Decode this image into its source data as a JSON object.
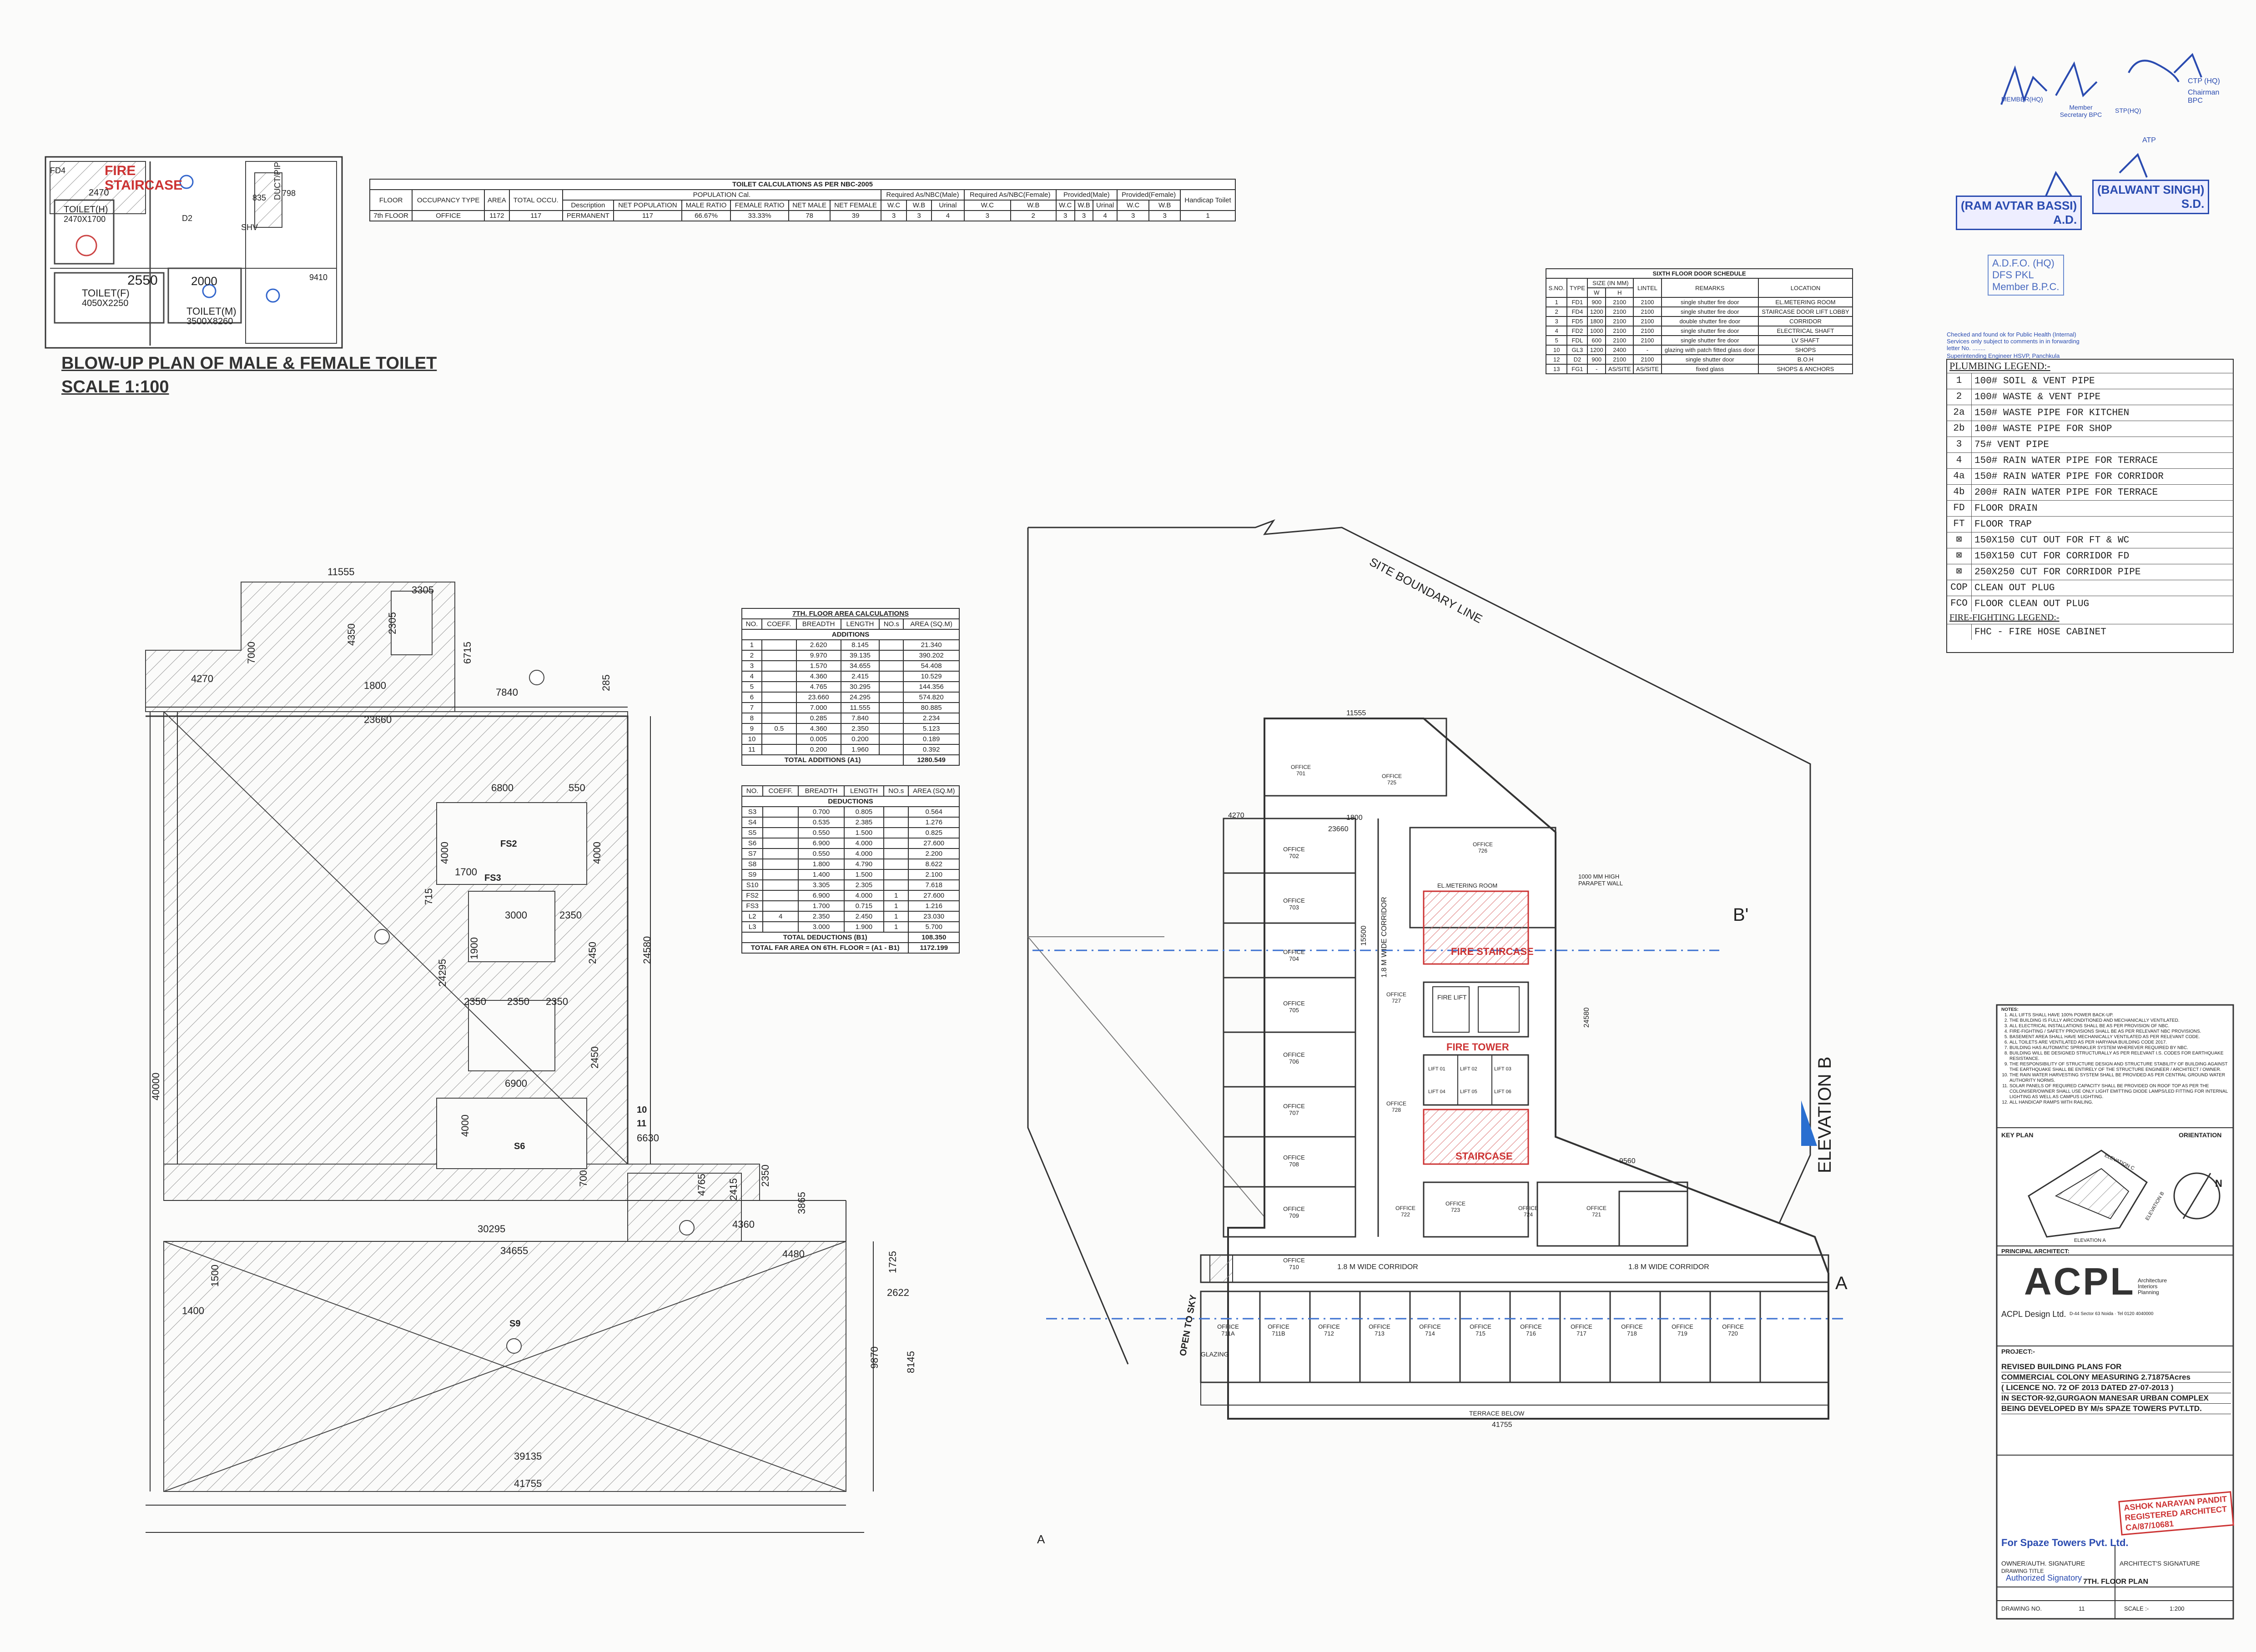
{
  "blowup": {
    "title": "BLOW-UP PLAN OF MALE & FEMALE TOILET",
    "scale": "SCALE 1:100",
    "labels": [
      "FIRE STAIRCASE",
      "TOILET(H)",
      "2470X1700",
      "TOILET(F)",
      "4050X2250",
      "TOILET(M)",
      "3500X8260",
      "2470",
      "2550",
      "2000",
      "FD4",
      "D2",
      "SHV",
      "835",
      "DUCT/PIP",
      "798",
      "9410"
    ]
  },
  "toilet_calc": {
    "title": "TOILET CALCULATIONS AS PER NBC-2005",
    "headers": {
      "floor": "FLOOR",
      "occupancy": "OCCUPANCY TYPE",
      "area": "AREA",
      "total_occu": "TOTAL OCCU.",
      "population": "POPULATION Cal.",
      "req_male": "Required As/NBC(Male)",
      "req_female": "Required As/NBC(Female)",
      "prov_male": "Provided(Male)",
      "prov_female": "Provided(Female)",
      "handicap": "Handicap Toilet"
    },
    "subheaders": [
      "Description",
      "NET POPULATION",
      "MALE RATIO",
      "FEMALE RATIO",
      "NET MALE",
      "NET FEMALE",
      "W.C",
      "W.B",
      "Urinal",
      "W.C",
      "W.B",
      "W.C",
      "W.B",
      "Urinal",
      "W.C",
      "W.B"
    ],
    "row": [
      "7th FLOOR",
      "OFFICE",
      "1172",
      "117",
      "PERMANENT",
      "117",
      "66.67%",
      "33.33%",
      "78",
      "39",
      "3",
      "3",
      "4",
      "3",
      "2",
      "3",
      "3",
      "4",
      "3",
      "3",
      "1"
    ]
  },
  "door_schedule": {
    "title": "SIXTH FLOOR DOOR SCHEDULE",
    "headers": [
      "S.NO.",
      "TYPE",
      "SIZE (IN MM)",
      "LINTEL",
      "REMARKS",
      "LOCATION"
    ],
    "size_sub": [
      "W",
      "H"
    ],
    "rows": [
      [
        "1",
        "FD1",
        "900",
        "2100",
        "2100",
        "single shutter fire door",
        "EL.METERING ROOM"
      ],
      [
        "2",
        "FD4",
        "1200",
        "2100",
        "2100",
        "single shutter fire door",
        "STAIRCASE DOOR LIFT LOBBY"
      ],
      [
        "3",
        "FD5",
        "1800",
        "2100",
        "2100",
        "double shutter fire door",
        "CORRIDOR"
      ],
      [
        "4",
        "FD2",
        "1000",
        "2100",
        "2100",
        "single shutter fire door",
        "ELECTRICAL SHAFT"
      ],
      [
        "5",
        "FDL",
        "600",
        "2100",
        "2100",
        "single shutter fire door",
        "LV SHAFT"
      ],
      [
        "10",
        "GL3",
        "1200",
        "2400",
        "-",
        "glazing with patch fitted glass door",
        "SHOPS"
      ],
      [
        "12",
        "D2",
        "900",
        "2100",
        "2100",
        "single shutter door",
        "B.O.H"
      ],
      [
        "13",
        "FG1",
        "-",
        "AS/SITE",
        "AS/SITE",
        "fixed glass",
        "SHOPS & ANCHORS"
      ]
    ]
  },
  "far_additions": {
    "title": "7TH. FLOOR AREA CALCULATIONS",
    "headers": [
      "NO.",
      "COEFF.",
      "BREADTH",
      "LENGTH",
      "NO.s",
      "AREA (SQ.M)"
    ],
    "section": "ADDITIONS",
    "rows": [
      [
        "1",
        "",
        "2.620",
        "8.145",
        "",
        "21.340"
      ],
      [
        "2",
        "",
        "9.970",
        "39.135",
        "",
        "390.202"
      ],
      [
        "3",
        "",
        "1.570",
        "34.655",
        "",
        "54.408"
      ],
      [
        "4",
        "",
        "4.360",
        "2.415",
        "",
        "10.529"
      ],
      [
        "5",
        "",
        "4.765",
        "30.295",
        "",
        "144.356"
      ],
      [
        "6",
        "",
        "23.660",
        "24.295",
        "",
        "574.820"
      ],
      [
        "7",
        "",
        "7.000",
        "11.555",
        "",
        "80.885"
      ],
      [
        "8",
        "",
        "0.285",
        "7.840",
        "",
        "2.234"
      ],
      [
        "9",
        "0.5",
        "4.360",
        "2.350",
        "",
        "5.123"
      ],
      [
        "10",
        "",
        "0.005",
        "0.200",
        "",
        "0.189"
      ],
      [
        "11",
        "",
        "0.200",
        "1.960",
        "",
        "0.392"
      ]
    ],
    "total_label": "TOTAL ADDITIONS (A1)",
    "total_value": "1280.549"
  },
  "far_deductions": {
    "headers": [
      "NO.",
      "COEFF.",
      "BREADTH",
      "LENGTH",
      "NO.s",
      "AREA (SQ.M)"
    ],
    "section": "DEDUCTIONS",
    "rows": [
      [
        "S3",
        "",
        "0.700",
        "0.805",
        "",
        "0.564"
      ],
      [
        "S4",
        "",
        "0.535",
        "2.385",
        "",
        "1.276"
      ],
      [
        "S5",
        "",
        "0.550",
        "1.500",
        "",
        "0.825"
      ],
      [
        "S6",
        "",
        "6.900",
        "4.000",
        "",
        "27.600"
      ],
      [
        "S7",
        "",
        "0.550",
        "4.000",
        "",
        "2.200"
      ],
      [
        "S8",
        "",
        "1.800",
        "4.790",
        "",
        "8.622"
      ],
      [
        "S9",
        "",
        "1.400",
        "1.500",
        "",
        "2.100"
      ],
      [
        "S10",
        "",
        "3.305",
        "2.305",
        "",
        "7.618"
      ],
      [
        "FS2",
        "",
        "6.900",
        "4.000",
        "1",
        "27.600"
      ],
      [
        "FS3",
        "",
        "1.700",
        "0.715",
        "1",
        "1.216"
      ],
      [
        "L2",
        "4",
        "2.350",
        "2.450",
        "1",
        "23.030"
      ],
      [
        "L3",
        "",
        "3.000",
        "1.900",
        "1",
        "5.700"
      ]
    ],
    "total_label": "TOTAL DEDUCTIONS (B1)",
    "total_value": "108.350",
    "far_label": "TOTAL FAR AREA ON 6TH. FLOOR = (A1 - B1)",
    "far_value": "1172.199"
  },
  "left_plan": {
    "dims": [
      "11555",
      "3305",
      "2305",
      "4350",
      "7000",
      "6715",
      "4270",
      "1800",
      "7840",
      "285",
      "23660",
      "6800",
      "550",
      "4000",
      "1700",
      "715",
      "4000",
      "3000",
      "2350",
      "1900",
      "2450",
      "24580",
      "24295",
      "2350",
      "2350",
      "2350",
      "2450",
      "6900",
      "4000",
      "40000",
      "6630",
      "700",
      "4765",
      "2415",
      "4360",
      "2350",
      "3865",
      "30295",
      "34655",
      "4480",
      "1400",
      "1500",
      "1725",
      "2622",
      "9870",
      "8145",
      "39135",
      "41755"
    ],
    "areas": [
      "FS2",
      "FS3",
      "S6",
      "S9",
      "10",
      "11"
    ]
  },
  "main_plan": {
    "site_boundary": "SITE BOUNDARY LINE",
    "elevation_b": "ELEVATION B",
    "b_prime": "B'",
    "fire_staircase": "FIRE STAIRCASE",
    "fire_tower": "FIRE TOWER",
    "staircase": "STAIRCASE",
    "fire_lift": "FIRE LIFT",
    "lifts": [
      "LIFT 01",
      "LIFT 02",
      "LIFT 03",
      "LIFT 04",
      "LIFT 05",
      "LIFT 06"
    ],
    "corridor_v": "1.8 M WIDE CORRIDOR",
    "corridor_h": "1.8 M WIDE CORRIDOR",
    "corridor_h2": "1.8 M WIDE CORRIDOR",
    "open_to_sky": "OPEN TO SKY",
    "glazing": "GLAZING",
    "terrace_below": "TERRACE BELOW",
    "parapet": "1000 MM HIGH PARAPET WALL",
    "el_metering": "EL.METERING ROOM",
    "offices_v": [
      "OFFICE 702",
      "OFFICE 703",
      "OFFICE 704",
      "OFFICE 705",
      "OFFICE 706",
      "OFFICE 707",
      "OFFICE 708",
      "OFFICE 709",
      "OFFICE 710"
    ],
    "offices_h": [
      "OFFICE 711A",
      "OFFICE 711B",
      "OFFICE 712",
      "OFFICE 713",
      "OFFICE 714",
      "OFFICE 715",
      "OFFICE 716",
      "OFFICE 717",
      "OFFICE 718",
      "OFFICE 719",
      "OFFICE 720"
    ],
    "offices_misc": [
      "OFFICE 701",
      "OFFICE 725",
      "OFFICE 726",
      "OFFICE 727",
      "OFFICE 728",
      "OFFICE 722",
      "OFFICE 723",
      "OFFICE 724",
      "OFFICE 721"
    ],
    "dims": [
      "11555",
      "41755",
      "23660",
      "15500",
      "24580",
      "9560",
      "4270",
      "1800"
    ],
    "markers": [
      "A",
      "A"
    ]
  },
  "plumbing_legend": {
    "title": "PLUMBING LEGEND:-",
    "items": [
      [
        "1",
        "100# SOIL & VENT PIPE"
      ],
      [
        "2",
        "100# WASTE & VENT PIPE"
      ],
      [
        "2a",
        "150# WASTE PIPE FOR KITCHEN"
      ],
      [
        "2b",
        "100# WASTE PIPE FOR SHOP"
      ],
      [
        "3",
        "75# VENT PIPE"
      ],
      [
        "4",
        "150# RAIN WATER PIPE FOR TERRACE"
      ],
      [
        "4a",
        "150# RAIN WATER PIPE FOR CORRIDOR"
      ],
      [
        "4b",
        "200# RAIN WATER PIPE FOR TERRACE"
      ],
      [
        "FD",
        "FLOOR DRAIN"
      ],
      [
        "FT",
        "FLOOR TRAP"
      ],
      [
        "⊠",
        "150X150 CUT OUT FOR FT & WC"
      ],
      [
        "⊠",
        "150X150 CUT FOR CORRIDOR FD"
      ],
      [
        "⊠",
        "250X250 CUT FOR CORRIDOR PIPE"
      ],
      [
        "COP",
        "CLEAN OUT PLUG"
      ],
      [
        "FCO",
        "FLOOR CLEAN OUT PLUG"
      ]
    ],
    "fire_title": "FIRE-FIGHTING LEGEND:-",
    "fire_items": [
      [
        "",
        "FHC - FIRE HOSE CABINET"
      ]
    ]
  },
  "stamps": {
    "ram": "(RAM AVTAR BASSI)",
    "ad": "A.D.",
    "balwant": "(BALWANT SINGH)",
    "sd": "S.D.",
    "adfo": "A.D.F.O. (HQ)",
    "dfs": "DFS PKL",
    "member": "Member B.P.C.",
    "checked": "Checked and found ok for Public Health (Internal) Services only subject to comments in in forwarding letter No. ........",
    "supdt": "Superintending Engineer HSVP, Panchkula",
    "ctp": "CTP (HQ)",
    "chairman": "Chairman BPC",
    "mem_sec": "Member Secretary BPC",
    "atp": "ATP",
    "sig_marks": [
      "MEMBER(HQ)",
      "STP(HQ)"
    ]
  },
  "notes": {
    "title": "NOTES:",
    "items": [
      "ALL LIFTS SHALL HAVE 100% POWER BACK-UP.",
      "THE BUILDING IS FULLY AIRCONDITIONED AND MECHANICALLY VENTILATED.",
      "ALL ELECTRICAL INSTALLATIONS SHALL BE AS PER PROVISION OF NBC.",
      "FIRE-FIGHTING / SAFETY PROVISIONS SHALL BE AS PER RELEVANT NBC PROVISIONS.",
      "BASEMENT AREA SHALL HAVE MECHANICALLY VENTILATED AS PER RELEVANT CODE.",
      "ALL TOILETS ARE VENTILATED AS PER HARYANA BUILDING CODE 2017.",
      "BUILDING HAS AUTOMATIC SPRINKLER SYSTEM WHEREVER REQUIRED BY NBC.",
      "BUILDING WILL BE DESIGNED STRUCTURALLY AS PER RELEVANT I.S. CODES FOR EARTHQUAKE RESISTANCE.",
      "THE RESPONSIBILITY OF STRUCTURE DESIGN AND STRUCTURE STABILITY OF BUILDING AGAINST THE EARTHQUAKE SHALL BE ENTIRELY OF THE STRUCTURE ENGINEER / ARCHITECT / OWNER.",
      "THE RAIN WATER HARVESTING SYSTEM SHALL BE PROVIDED AS PER CENTRAL GROUND WATER AUTHORITY NORMS.",
      "SOLAR PANELS OF REQUIRED CAPACITY SHALL BE PROVIDED ON ROOF TOP AS PER THE COLONISER/OWNER SHALL USE ONLY LIGHT EMITTING DIODE LAMPS/LED FITTING FOR INTERNAL LIGHTING AS WELL AS CAMPUS LIGHTING.",
      "ALL HANDICAP RAMPS WITH RAILING."
    ]
  },
  "title_block": {
    "key_plan": "KEY PLAN",
    "orientation": "ORIENTATION",
    "north": "N",
    "key_labels": [
      "ELEVATION C",
      "ELEVATION A",
      "ELEVATION B"
    ],
    "principal_architect": "PRINCIPAL ARCHITECT:",
    "acpl": "ACPL",
    "acpl_sub": "Architecture Interiors Planning",
    "acpl_design": "ACPL Design Ltd.",
    "acpl_addr": "D-44 Sector 63 Noida · Tel 0120 4040000",
    "project": "PROJECT:-",
    "project_lines": [
      "REVISED BUILDING PLANS FOR",
      "COMMERCIAL COLONY      MEASURING  2.71875Acres",
      "( LICENCE  NO. 72 OF 2013  DATED  27-07-2013 )",
      "IN SECTOR-92,GURGAON MANESAR URBAN COMPLEX",
      "BEING  DEVELOPED BY M/s SPAZE TOWERS PVT.LTD."
    ],
    "for_spaze": "For Spaze Towers Pvt. Ltd.",
    "authorized": "Authorized Signatory",
    "architect_stamp": [
      "ASHOK NARAYAN PANDIT",
      "REGISTERED ARCHITECT",
      "CA/87/10681"
    ],
    "owner_sig": "OWNER/AUTH. SIGNATURE",
    "arch_sig": "ARCHITECT'S SIGNATURE",
    "drawing_title_label": "DRAWING TITLE",
    "drawing_title": "7TH. FLOOR PLAN",
    "drawing_no_label": "DRAWING NO.",
    "drawing_no": "11",
    "scale_label": "SCALE :-",
    "scale": "1:200"
  },
  "colors": {
    "line": "#333333",
    "hatch": "#8a8a8a",
    "stamp_blue": "#2a4bb0",
    "dash_blue": "#3a6fd0",
    "red": "#c0392b"
  }
}
